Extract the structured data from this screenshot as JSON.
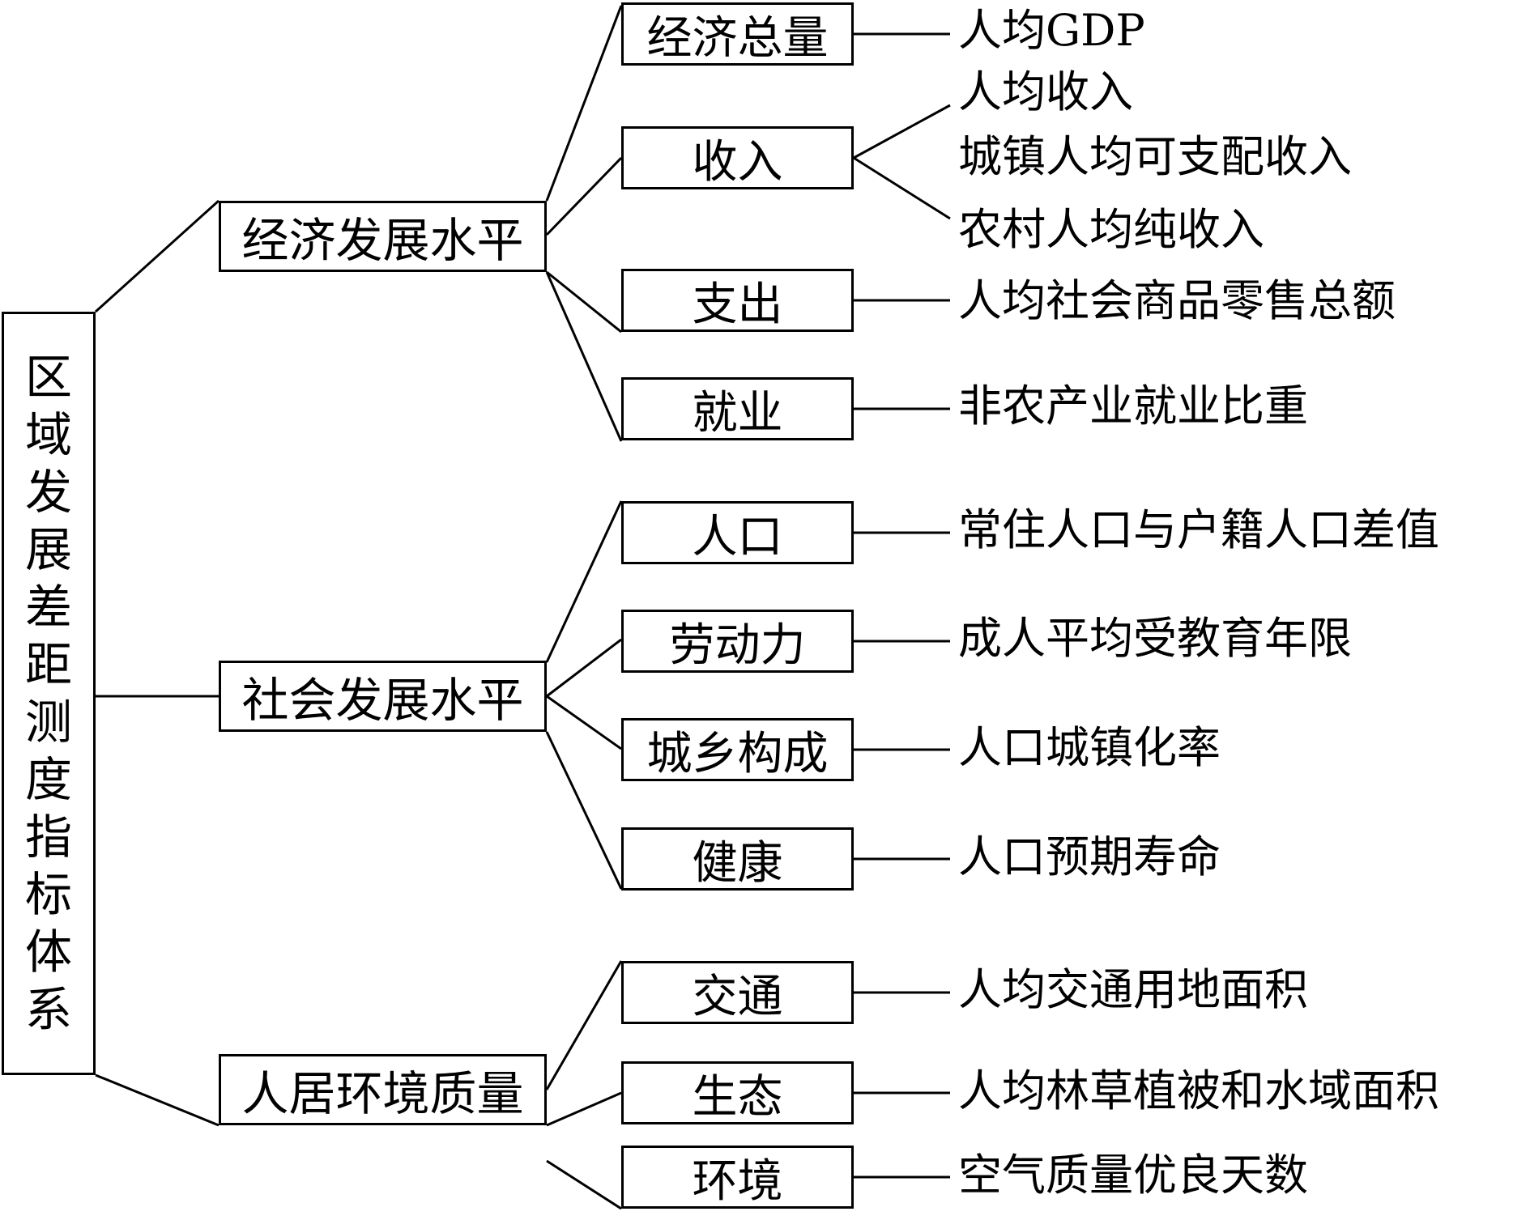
{
  "root": {
    "chars": [
      "区",
      "域",
      "发",
      "展",
      "差",
      "距",
      "测",
      "度",
      "指",
      "标",
      "体",
      "系"
    ]
  },
  "categories": [
    {
      "label": "经济发展水平",
      "subs": [
        {
          "label": "经济总量",
          "indicators": [
            "人均GDP"
          ]
        },
        {
          "label": "收入",
          "indicators": [
            "人均收入",
            "城镇人均可支配收入",
            "农村人均纯收入"
          ]
        },
        {
          "label": "支出",
          "indicators": [
            "人均社会商品零售总额"
          ]
        },
        {
          "label": "就业",
          "indicators": [
            "非农产业就业比重"
          ]
        }
      ]
    },
    {
      "label": "社会发展水平",
      "subs": [
        {
          "label": "人口",
          "indicators": [
            "常住人口与户籍人口差值"
          ]
        },
        {
          "label": "劳动力",
          "indicators": [
            "成人平均受教育年限"
          ]
        },
        {
          "label": "城乡构成",
          "indicators": [
            "人口城镇化率"
          ]
        },
        {
          "label": "健康",
          "indicators": [
            "人口预期寿命"
          ]
        }
      ]
    },
    {
      "label": "人居环境质量",
      "subs": [
        {
          "label": "交通",
          "indicators": [
            "人均交通用地面积"
          ]
        },
        {
          "label": "生态",
          "indicators": [
            "人均林草植被和水域面积"
          ]
        },
        {
          "label": "环境",
          "indicators": [
            "空气质量优良天数"
          ]
        }
      ]
    }
  ]
}
